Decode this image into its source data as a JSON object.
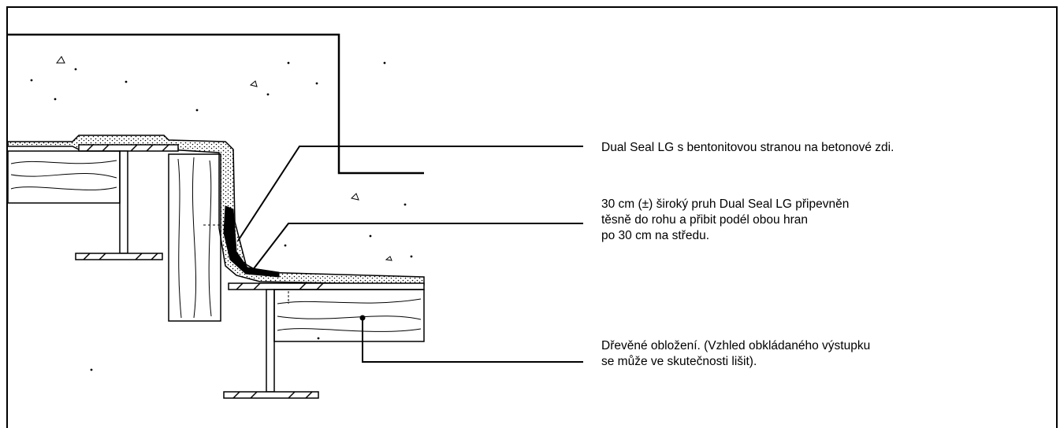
{
  "callouts": {
    "membrane": {
      "lines": [
        "Dual Seal LG s bentonitovou stranou na betonové zdi."
      ]
    },
    "strip": {
      "lines": [
        "30 cm (±) široký pruh Dual Seal LG připevněn",
        "těsně do rohu a přibit podél obou hran",
        "po 30 cm na středu."
      ]
    },
    "lagging": {
      "lines": [
        "Dřevěné obložení. (Vzhled obkládaného výstupku",
        "se může ve skutečnosti lišit)."
      ]
    }
  },
  "colors": {
    "line": "#000000",
    "background": "#ffffff"
  }
}
